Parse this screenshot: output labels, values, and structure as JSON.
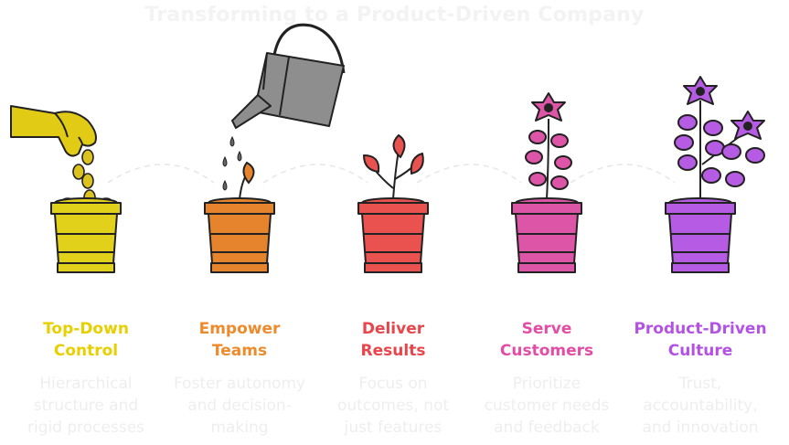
{
  "title": "Transforming to a Product-Driven Company",
  "stages": [
    {
      "title_lines": [
        "Top-Down",
        "Control"
      ],
      "desc_lines": [
        "Hierarchical",
        "structure and",
        "rigid processes"
      ],
      "color": "#e8cf00",
      "pot": "#e2d11a"
    },
    {
      "title_lines": [
        "Empower",
        "Teams"
      ],
      "desc_lines": [
        "Foster autonomy",
        "and decision-",
        "making"
      ],
      "color": "#ee8a2b",
      "pot": "#e5842d"
    },
    {
      "title_lines": [
        "Deliver",
        "Results"
      ],
      "desc_lines": [
        "Focus on",
        "outcomes, not",
        "just features"
      ],
      "color": "#e9454a",
      "pot": "#e9524f"
    },
    {
      "title_lines": [
        "Serve",
        "Customers"
      ],
      "desc_lines": [
        "Prioritize",
        "customer needs",
        "and feedback"
      ],
      "color": "#e34da5",
      "pot": "#dd55a6"
    },
    {
      "title_lines": [
        "Product-Driven",
        "Culture"
      ],
      "desc_lines": [
        "Trust,",
        "accountability,",
        "and innovation"
      ],
      "color": "#b452e6",
      "pot": "#b65be3"
    }
  ]
}
